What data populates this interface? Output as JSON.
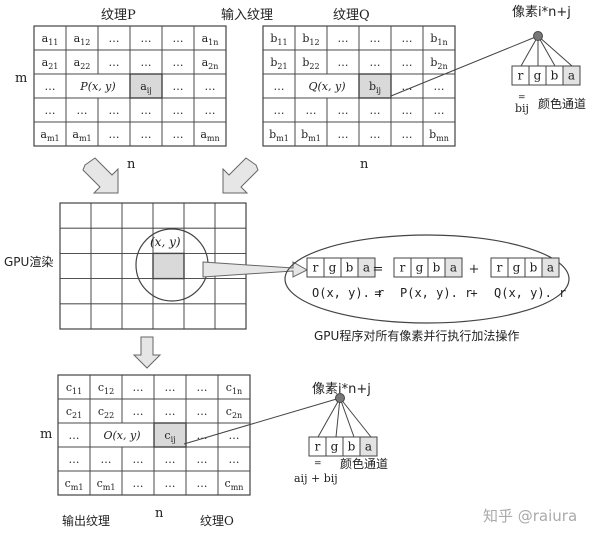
{
  "labels": {
    "input_texture": "输入纹理",
    "texture_p": "纹理P",
    "texture_q": "纹理Q",
    "gpu_render": "GPU渲染",
    "gpu_caption": "GPU程序对所有像素并行执行加法操作",
    "output_texture": "输出纹理",
    "texture_o": "纹理O",
    "pixel_index_top": "像素i*n+j",
    "pixel_index_bottom": "像素i*n+j",
    "color_channel_top": "颜色通道",
    "color_channel_bottom": "颜色通道",
    "sum_label": "aij + bij",
    "b_ij": "bij",
    "m_p": "m",
    "n_p": "n",
    "n_q": "n",
    "m_o": "m",
    "n_o": "n",
    "xy": "(x, y)",
    "watermark": "知乎 @raiura"
  },
  "channels": [
    "r",
    "g",
    "b",
    "a"
  ],
  "matrix_p": [
    [
      "a11",
      "a12",
      "…",
      "…",
      "…",
      "a1n"
    ],
    [
      "a21",
      "a22",
      "…",
      "…",
      "…",
      "a2n"
    ],
    [
      "…",
      "P(x, y)",
      "",
      "aij",
      "…",
      "…"
    ],
    [
      "…",
      "…",
      "…",
      "…",
      "…",
      "…"
    ],
    [
      "am1",
      "am1",
      "…",
      "…",
      "…",
      "amn"
    ]
  ],
  "matrix_q": [
    [
      "b11",
      "b12",
      "…",
      "…",
      "…",
      "b1n"
    ],
    [
      "b21",
      "b22",
      "…",
      "…",
      "…",
      "b2n"
    ],
    [
      "…",
      "Q(x, y)",
      "",
      "bij",
      "…",
      "…"
    ],
    [
      "…",
      "…",
      "…",
      "…",
      "…",
      "…"
    ],
    [
      "bm1",
      "bm1",
      "…",
      "…",
      "…",
      "bmn"
    ]
  ],
  "matrix_o": [
    [
      "c11",
      "c12",
      "…",
      "…",
      "…",
      "c1n"
    ],
    [
      "c21",
      "c22",
      "…",
      "…",
      "…",
      "c2n"
    ],
    [
      "…",
      "O(x, y)",
      "",
      "cij",
      "…",
      "…"
    ],
    [
      "…",
      "…",
      "…",
      "…",
      "…",
      "…"
    ],
    [
      "cm1",
      "cm1",
      "…",
      "…",
      "…",
      "cmn"
    ]
  ],
  "equation": {
    "left": "O(x, y). r",
    "eq": "=",
    "mid": "P(x, y). r",
    "plus": "+",
    "right": "Q(x, y). r",
    "eq_sign_top": "=",
    "plus_sign_top": "+"
  },
  "colors": {
    "line": "#444444",
    "highlight": "#d9d9d9",
    "arrow_fill": "#e6e6e6",
    "dot": "#777777"
  }
}
